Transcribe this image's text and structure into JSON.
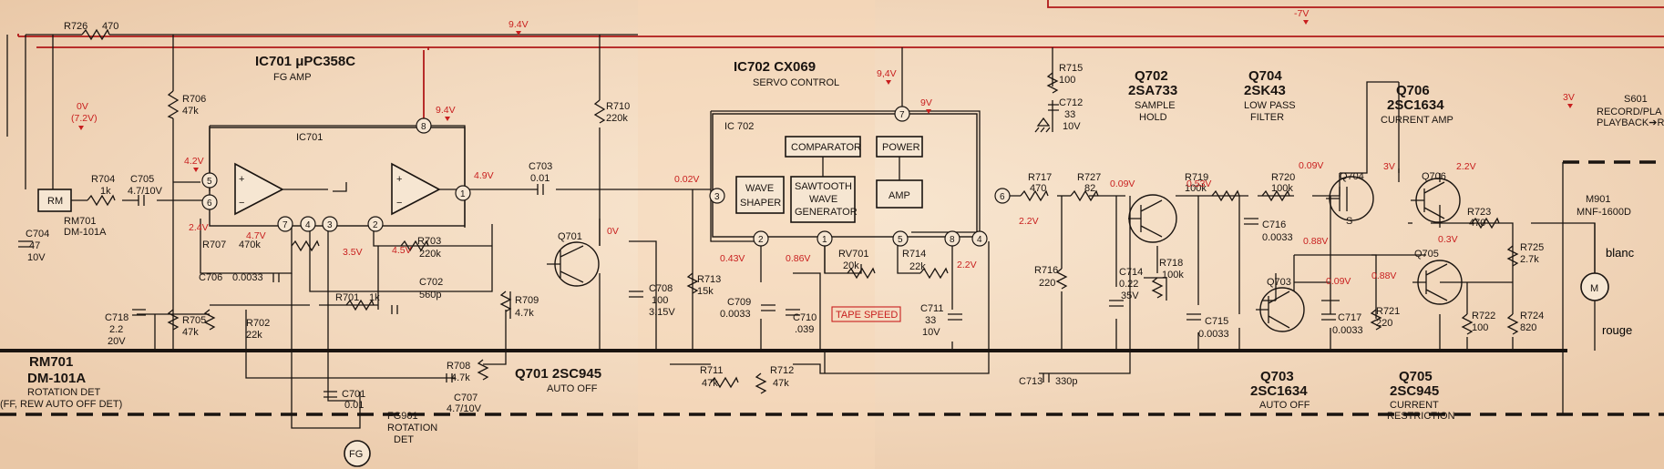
{
  "ic701": {
    "name": "IC701  μPC358C",
    "function": "FG AMP",
    "inner": "IC701"
  },
  "ic702": {
    "name": "IC702  CX069",
    "function": "SERVO CONTROL",
    "inner": "IC 702",
    "blocks": {
      "comparator": "COMPARATOR",
      "power": "POWER",
      "wave1": "WAVE",
      "wave2": "SHAPER",
      "saw1": "SAWTOOTH",
      "saw2": "WAVE",
      "saw3": "GENERATOR",
      "amp": "AMP"
    }
  },
  "rm701": {
    "block": "RM",
    "ref": "RM701",
    "part": "DM-101A",
    "ref_big": "RM701",
    "part_big": "DM-101A",
    "desc1": "ROTATION DET",
    "desc2": "(FF, REW AUTO OFF DET)"
  },
  "fg901": {
    "circle": "FG",
    "ref": "FG901",
    "desc1": "ROTATION",
    "desc2": "DET"
  },
  "motor": {
    "symbol": "M",
    "ref": "M901",
    "part": "MNF-1600D",
    "wire_top": "blanc",
    "wire_bottom": "rouge"
  },
  "s601": {
    "ref": "S601",
    "line1": "RECORD/PLA",
    "line2": "PLAYBACK➔R"
  },
  "transistors": {
    "q701": {
      "ref": "Q701",
      "caption": "Q701  2SC945",
      "func": "AUTO OFF"
    },
    "q702": {
      "ref": "Q702",
      "part": "2SA733",
      "func1": "SAMPLE",
      "func2": "HOLD"
    },
    "q703": {
      "ref": "Q703",
      "part": "2SC1634",
      "func": "AUTO OFF"
    },
    "q704": {
      "ref": "Q704",
      "part": "2SK43",
      "func1": "LOW PASS",
      "func2": "FILTER",
      "s": "S"
    },
    "q705": {
      "ref": "Q705",
      "part": "2SC945",
      "func1": "CURRENT",
      "func2": "RESTRICTION"
    },
    "q706": {
      "ref": "Q706",
      "part": "2SC1634",
      "func": "CURRENT AMP"
    }
  },
  "resistors": {
    "r726": {
      "ref": "R726",
      "val": "470"
    },
    "r704": {
      "ref": "R704",
      "val": "1k"
    },
    "r706": {
      "ref": "R706",
      "val": "47k"
    },
    "r705": {
      "ref": "R705",
      "val": "47k"
    },
    "r702": {
      "ref": "R702",
      "val": "22k"
    },
    "r707": {
      "ref": "R707",
      "val": "470k"
    },
    "r703": {
      "ref": "R703",
      "val": "220k"
    },
    "r701": {
      "ref": "R701",
      "val": "1k"
    },
    "r708": {
      "ref": "R708",
      "val": "4.7k"
    },
    "r709": {
      "ref": "R709",
      "val": "4.7k"
    },
    "r710": {
      "ref": "R710",
      "val": "220k"
    },
    "r711": {
      "ref": "R711",
      "val": "47k"
    },
    "r712": {
      "ref": "R712",
      "val": "47k"
    },
    "r713": {
      "ref": "R713",
      "val": "15k"
    },
    "r714": {
      "ref": "R714",
      "val": "22k"
    },
    "r715": {
      "ref": "R715",
      "val": "100"
    },
    "r716": {
      "ref": "R716",
      "val": "220"
    },
    "r717": {
      "ref": "R717",
      "val": "470"
    },
    "r727": {
      "ref": "R727",
      "val": "82"
    },
    "r718": {
      "ref": "R718",
      "val": "100k"
    },
    "r719": {
      "ref": "R719",
      "val": "100k"
    },
    "r720": {
      "ref": "R720",
      "val": "100k"
    },
    "r721": {
      "ref": "R721",
      "val": "220"
    },
    "r722": {
      "ref": "R722",
      "val": "100"
    },
    "r723": {
      "ref": "R723",
      "val": "470"
    },
    "r724": {
      "ref": "R724",
      "val": "820"
    },
    "r725": {
      "ref": "R725",
      "val": "2.7k"
    },
    "rv701": {
      "ref": "RV701",
      "val": "20k"
    }
  },
  "capacitors": {
    "c704": {
      "ref": "C704",
      "v1": "47",
      "v2": "10V"
    },
    "c705": {
      "ref": "C705",
      "v1": "4.7/10V"
    },
    "c706": {
      "ref": "C706",
      "v1": "0.0033"
    },
    "c718": {
      "ref": "C718",
      "v1": "2.2",
      "v2": "20V"
    },
    "c702": {
      "ref": "C702",
      "v1": "560p"
    },
    "c701": {
      "ref": "C701",
      "v1": "0.01"
    },
    "c707": {
      "ref": "C707",
      "v1": "4.7/10V"
    },
    "c703": {
      "ref": "C703",
      "v1": "0.01"
    },
    "c708": {
      "ref": "C708",
      "v1": "100",
      "v2": "3.15V"
    },
    "c709": {
      "ref": "C709",
      "v1": "0.0033"
    },
    "c710": {
      "ref": "C710",
      "v1": ".039"
    },
    "c711": {
      "ref": "C711",
      "v1": "33",
      "v2": "10V"
    },
    "c712": {
      "ref": "C712",
      "v1": "33",
      "v2": "10V"
    },
    "c713": {
      "ref": "C713",
      "v1": "330p"
    },
    "c714": {
      "ref": "C714",
      "v1": "0.22",
      "v2": "35V"
    },
    "c715": {
      "ref": "C715",
      "v1": "0.0033"
    },
    "c716": {
      "ref": "C716",
      "v1": "0.0033"
    },
    "c717": {
      "ref": "C717",
      "v1": "0.0033"
    }
  },
  "tape_speed": "TAPE SPEED",
  "pins": [
    "1",
    "2",
    "3",
    "4",
    "5",
    "6",
    "7",
    "8"
  ],
  "voltages": {
    "v9_4_top": "9.4V",
    "v7_top": "-7V",
    "v9_4_mid": "9,4V",
    "v0": "0V",
    "v7_2": "(7.2V)",
    "v9_4_ic": "9.4V",
    "v4_2": "4.2V",
    "v2_4": "2.4V",
    "v4_7": "4.7V",
    "v3_5": "3.5V",
    "v4_5": "4.5V",
    "v4_9": "4.9V",
    "v0_q701": "0V",
    "v0_02": "0.02V",
    "v9": "9V",
    "v0_43": "0.43V",
    "v0_86": "0.86V",
    "v2_2a": "2.2V",
    "v2_2b": "2.2V",
    "v0_09a": "0.09V",
    "v0_53": "0.53V",
    "v0_09b": "0.09V",
    "v3": "3V",
    "v0_88a": "0.88V",
    "v0_09c": "0.09V",
    "v2_2c": "2.2V",
    "v0_3": "0.3V",
    "v0_88b": "0.88V",
    "v3_right": "3V"
  }
}
